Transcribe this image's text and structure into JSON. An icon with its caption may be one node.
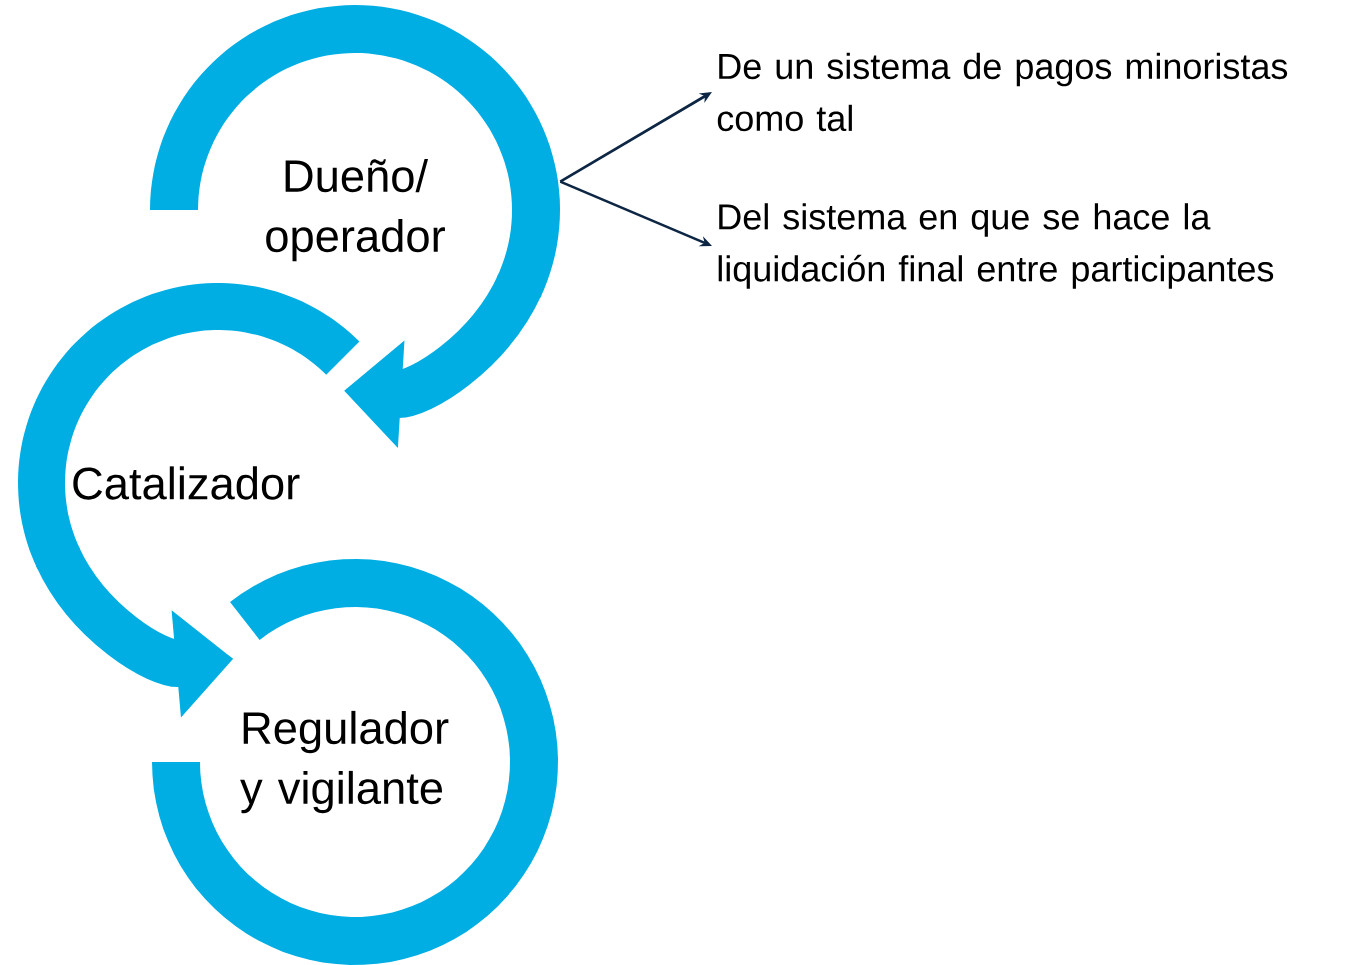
{
  "diagram": {
    "nodes": [
      {
        "text": [
          "Dueño/ operador"
        ]
      },
      {
        "text": [
          "Catalizador"
        ]
      },
      {
        "text": [
          "Regulador y vigilante"
        ]
      },
      {
        "text": [
          "De un sistema de pagos minoristas como tal"
        ]
      },
      {
        "text": [
          "Del sistema en que se hace la liquidación final entre participantes"
        ]
      }
    ],
    "edges": [
      {
        "from": 0,
        "to": 1,
        "arrow": "to",
        "style": "thick",
        "color": "#00aee3"
      },
      {
        "from": 1,
        "to": 2,
        "arrow": "to",
        "style": "thick",
        "color": "#00aee3"
      },
      {
        "from": 0,
        "to": 3,
        "arrow": "to",
        "color": "#0d2644"
      },
      {
        "from": 0,
        "to": 4,
        "arrow": "to",
        "color": "#0d2644"
      }
    ]
  }
}
